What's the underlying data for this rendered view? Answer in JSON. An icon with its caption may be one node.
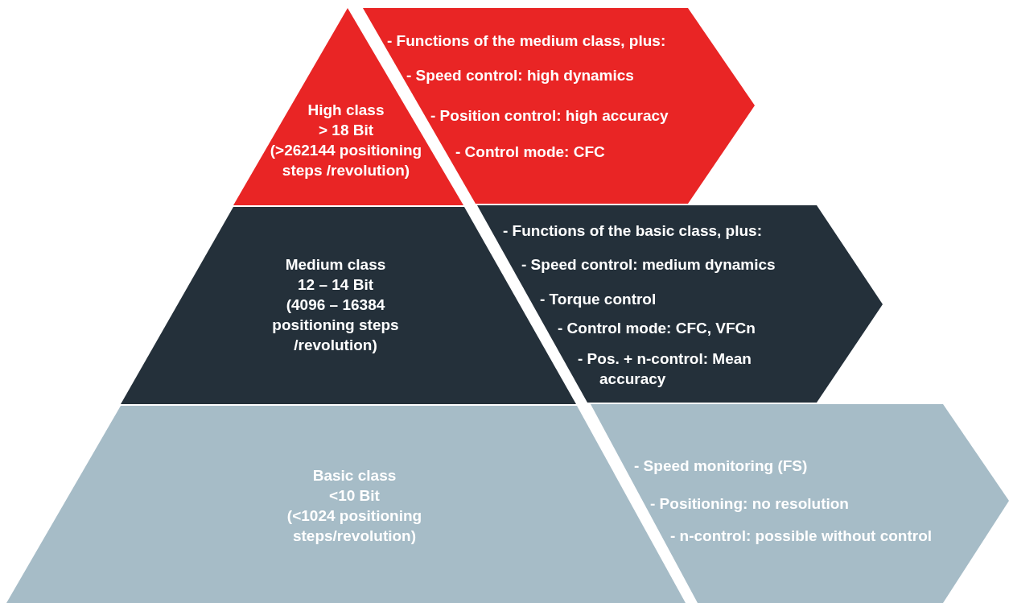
{
  "diagram": {
    "nodes": [
      {
        "text": [
          "High class",
          "> 18 Bit",
          "(>262144 positioning steps /revolution)"
        ]
      },
      {
        "text": [
          "- Functions of the medium class, plus:",
          "- Speed control: high dynamics",
          "- Position control: high accuracy",
          "- Control mode: CFC"
        ]
      },
      {
        "text": [
          "Medium class",
          "12 – 14 Bit",
          "(4096 – 16384 positioning steps /revolution)"
        ]
      },
      {
        "text": [
          "- Functions of the basic class, plus:",
          "- Speed control: medium dynamics",
          "- Torque control",
          "- Control mode: CFC, VFCn",
          "- Pos. + n-control: Mean accuracy"
        ]
      },
      {
        "text": [
          "Basic class",
          "<10 Bit",
          "(<1024 positioning steps/revolution)"
        ]
      },
      {
        "text": [
          "- Speed monitoring (FS)",
          "- Positioning: no resolution",
          "- n-control: possible without control"
        ]
      }
    ]
  }
}
